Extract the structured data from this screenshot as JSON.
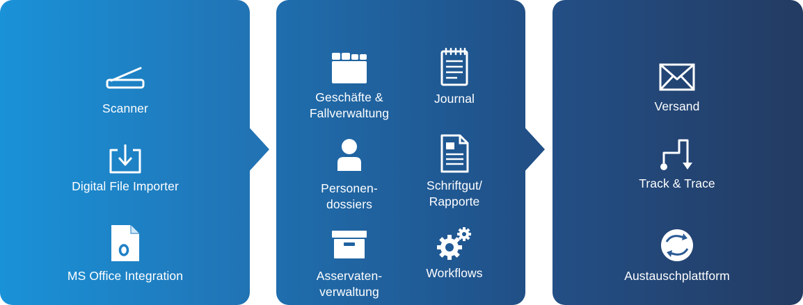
{
  "input": {
    "items": [
      {
        "label": "Scanner",
        "icon": "scanner-icon"
      },
      {
        "label": "Digital File Importer",
        "icon": "import-icon"
      },
      {
        "label": "MS Office Integration",
        "icon": "office-document-icon"
      }
    ]
  },
  "process": {
    "items": [
      {
        "label_line1": "Geschäfte &",
        "label_line2": "Fallverwaltung",
        "icon": "folders-icon"
      },
      {
        "label": "Journal",
        "icon": "notepad-icon"
      },
      {
        "label_line1": "Personen-",
        "label_line2": "dossiers",
        "icon": "person-icon"
      },
      {
        "label_line1": "Schriftgut/",
        "label_line2": "Rapporte",
        "icon": "document-icon"
      },
      {
        "label_line1": "Asservaten-",
        "label_line2": "verwaltung",
        "icon": "archive-box-icon"
      },
      {
        "label": "Workflows",
        "icon": "gears-icon"
      }
    ]
  },
  "output": {
    "items": [
      {
        "label": "Versand",
        "icon": "envelope-icon"
      },
      {
        "label": "Track & Trace",
        "icon": "route-icon"
      },
      {
        "label": "Austauschplattform",
        "icon": "exchange-icon"
      }
    ]
  },
  "colors": {
    "panel_input_start": "#1a92d8",
    "panel_input_end": "#2173b4",
    "panel_process_start": "#1f6eae",
    "panel_process_end": "#214f86",
    "panel_output_start": "#234f86",
    "panel_output_end": "#233b62",
    "text": "#ffffff"
  }
}
